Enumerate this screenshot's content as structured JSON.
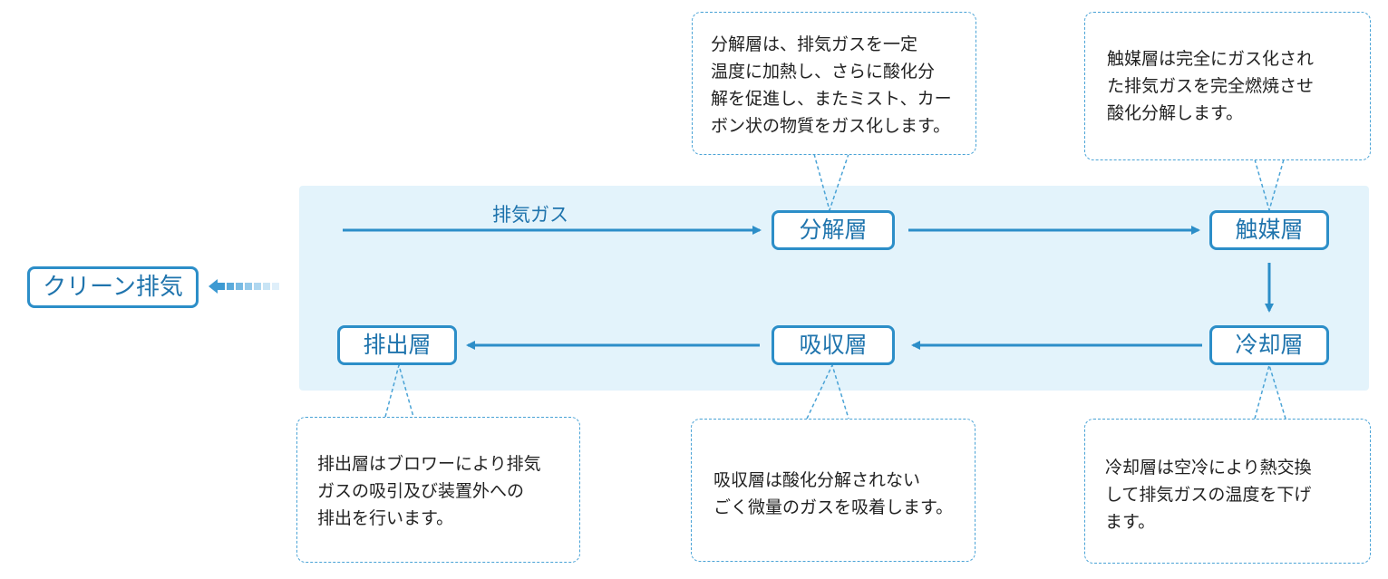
{
  "colors": {
    "accent": "#2c8ec8",
    "band": "#e3f3fb",
    "callout_border": "#4aa3d6"
  },
  "flow": {
    "input_label": "排気ガス",
    "output_label": "クリーン排気",
    "layers": {
      "decomposition": "分解層",
      "catalyst": "触媒層",
      "cooling": "冷却層",
      "absorption": "吸収層",
      "exhaust": "排出層"
    }
  },
  "callouts": {
    "decomposition": [
      "分解層は、排気ガスを一定",
      "温度に加熱し、さらに酸化分",
      "解を促進し、またミスト、カー",
      "ボン状の物質をガス化します。"
    ],
    "catalyst": [
      "触媒層は完全にガス化され",
      "た排気ガスを完全燃焼させ",
      "酸化分解します。"
    ],
    "exhaust": [
      "排出層はブロワーにより排気",
      "ガスの吸引及び装置外への",
      "排出を行います。"
    ],
    "absorption": [
      "吸収層は酸化分解されない",
      "ごく微量のガスを吸着します。"
    ],
    "cooling": [
      "冷却層は空冷により熱交換",
      "して排気ガスの温度を下げ",
      "ます。"
    ]
  }
}
